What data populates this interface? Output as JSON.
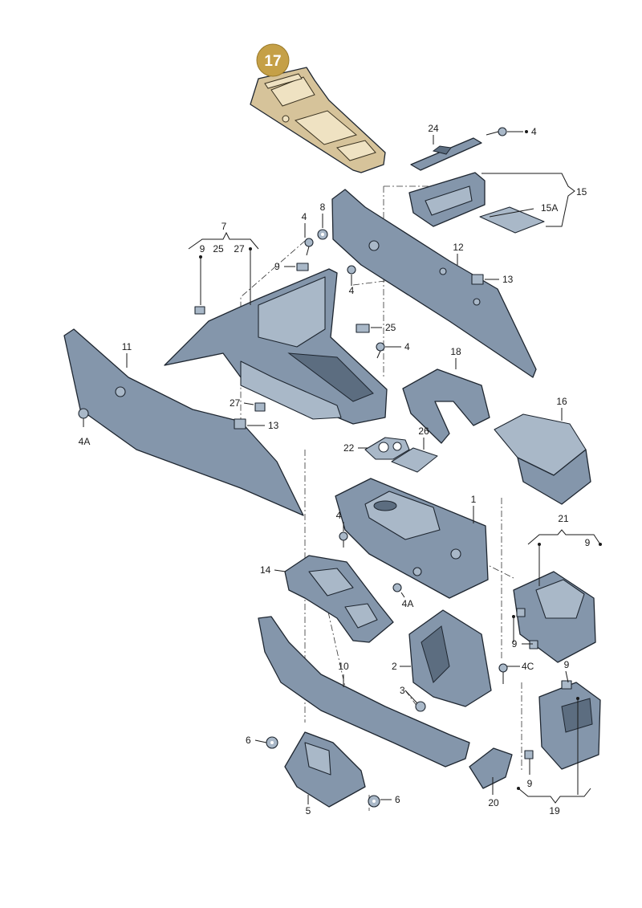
{
  "highlight": {
    "badge": "17",
    "color": "#c5a047",
    "fill_color": "#d6c39a"
  },
  "labels": {
    "l24": "24",
    "l4_top": "4",
    "l15": "15",
    "l15a": "15A",
    "l7": "7",
    "l9_g7": "9",
    "l25_g7": "25",
    "l27_g7": "27",
    "l4_a": "4",
    "l8": "8",
    "l9_clip": "9",
    "l4_b": "4",
    "l12": "12",
    "l13_a": "13",
    "l25": "25",
    "l4_c": "4",
    "l11": "11",
    "l18": "18",
    "l16": "16",
    "l27": "27",
    "l13_b": "13",
    "l4a_a": "4A",
    "l22": "22",
    "l26": "26",
    "l1": "1",
    "l4_d": "4",
    "l21": "21",
    "l9_g21": "9",
    "l14": "14",
    "l4a_b": "4A",
    "l9_a": "9",
    "l2": "2",
    "l4c": "4C",
    "l10": "10",
    "l9_b": "9",
    "l3": "3",
    "l6_a": "6",
    "l6_b": "6",
    "l5": "5",
    "l20": "20",
    "l9_c": "9",
    "l19": "19"
  },
  "icons": [
    "screw-icon",
    "clip-icon",
    "nut-icon",
    "washer-icon"
  ]
}
